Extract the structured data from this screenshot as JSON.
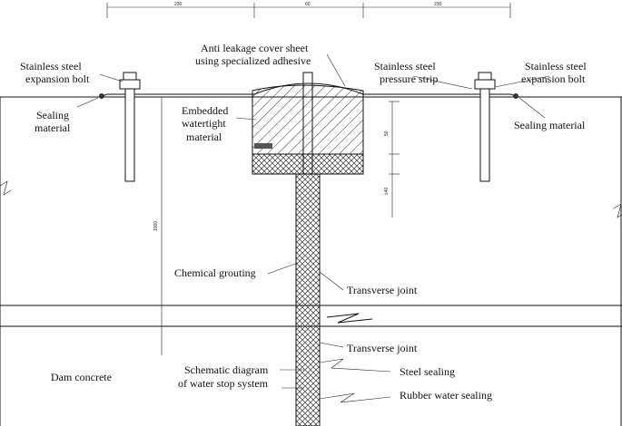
{
  "dimensions": {
    "top_left": "230",
    "top_mid": "60",
    "top_right": "230",
    "side_upper": "50",
    "side_lower": "≥40",
    "vertical_long": "1000"
  },
  "labels": {
    "anti_leakage": [
      "Anti leakage cover sheet",
      "using specialized adhesive"
    ],
    "bolt_left": [
      "Stainless steel",
      "expansion bolt"
    ],
    "bolt_right": [
      "Stainless steel",
      "expansion bolt"
    ],
    "pressure_strip": [
      "Stainless steel",
      "pressure strip"
    ],
    "sealing_left": [
      "Sealing",
      "material"
    ],
    "sealing_right": "Sealing material",
    "embedded": [
      "Embedded",
      "watertight",
      "material"
    ],
    "chemical_grouting": "Chemical grouting",
    "transverse_joint_1": "Transverse joint",
    "transverse_joint_2": "Transverse joint",
    "dam_concrete": "Dam concrete",
    "schematic": [
      "Schematic diagram",
      "of water stop system"
    ],
    "steel_sealing": "Steel sealing",
    "rubber_sealing": "Rubber water sealing"
  }
}
